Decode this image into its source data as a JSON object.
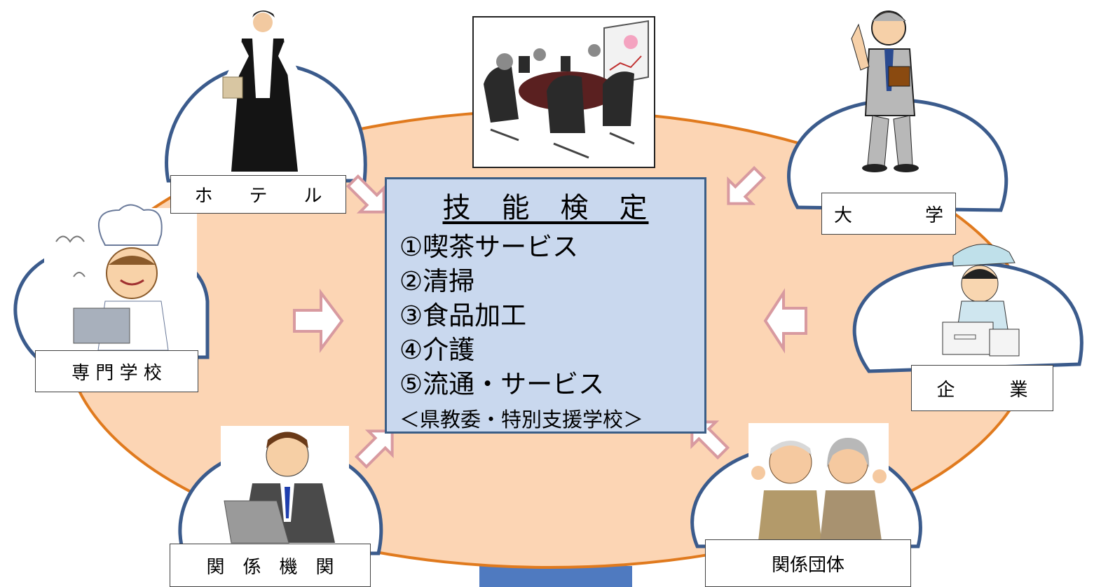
{
  "center": {
    "title": "技　能　検　定",
    "items": [
      "①喫茶サービス",
      "②清掃",
      "③食品加工",
      "④介護",
      "⑤流通・サービス"
    ],
    "footer": "＜県教委・特別支援学校＞"
  },
  "nodes": {
    "hotel": "ホ　　テ　　ル",
    "university": "大　　　　学",
    "vocational_school": "専 門 学 校",
    "company": "企　　　業",
    "related_agencies": "関　係　機　関",
    "related_groups": "関係団体"
  },
  "colors": {
    "table_fill": "#fcd5b4",
    "table_stroke": "#e07a1e",
    "cloud_stroke": "#3b5b8c",
    "center_fill": "#c9d8ee",
    "center_stroke": "#3b5e86",
    "arrow_stroke": "#d89aa0",
    "bottom_tab": "#4f7ac0"
  },
  "icons": [
    "waiter-icon",
    "meeting-room-icon",
    "professor-icon",
    "chef-icon",
    "worker-boxes-icon",
    "businessman-laptop-icon",
    "elderly-couple-icon"
  ]
}
